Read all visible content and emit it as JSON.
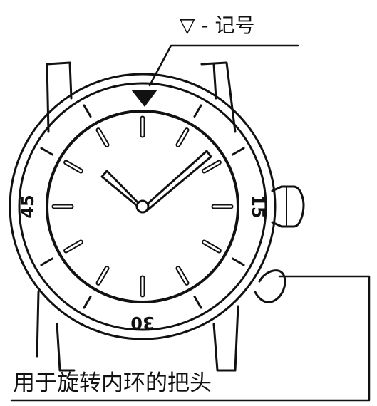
{
  "labels": {
    "rotating_mark": "▽ - 记号",
    "crown_caption": "用于旋转内环的把头"
  },
  "dial_numerals": {
    "n15": "15",
    "n30": "30",
    "n45": "45"
  },
  "colors": {
    "line": "#111111",
    "background": "#ffffff"
  }
}
